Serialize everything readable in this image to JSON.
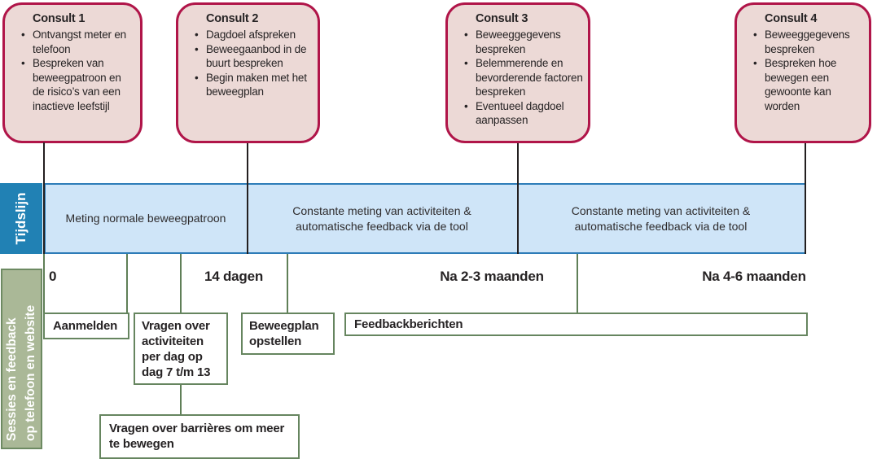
{
  "consults": [
    {
      "title": "Consult 1",
      "bullets": [
        "Ontvangst meter en telefoon",
        "Bespreken van beweegpatroon en de risico’s van een inactieve leefstijl"
      ]
    },
    {
      "title": "Consult 2",
      "bullets": [
        "Dagdoel afspreken",
        "Beweegaanbod in de buurt bespreken",
        "Begin maken met het beweegplan"
      ]
    },
    {
      "title": "Consult 3",
      "bullets": [
        "Beweeggegevens bespreken",
        "Belemmerende en bevorderende factoren bespreken",
        "Eventueel dagdoel aanpassen"
      ]
    },
    {
      "title": "Consult 4",
      "bullets": [
        "Beweeggegevens bespreken",
        "Bespreken hoe bewegen een gewoonte kan worden"
      ]
    }
  ],
  "timeline": {
    "label": "Tijdslijn",
    "segments": [
      "Meting normale beweegpatroon",
      "Constante meting van activiteiten & automatische feedback via de tool",
      "Constante meting van activiteiten & automatische feedback via de tool"
    ],
    "milestones": [
      "0",
      "14 dagen",
      "Na 2-3 maanden",
      "Na 4-6 maanden"
    ]
  },
  "sessions": {
    "label_line1": "Sessies en feedback",
    "label_line2": "op telefoon en website",
    "boxes": {
      "aanmelden": "Aanmelden",
      "vragen_activiteiten": "Vragen over activiteiten per dag op dag 7 t/m 13",
      "beweegplan": "Beweegplan opstellen",
      "feedbackberichten": "Feedbackberichten",
      "vragen_barrieres": "Vragen over barrières om meer te bewegen"
    }
  },
  "colors": {
    "consult_fill": "#ecd9d6",
    "consult_border": "#b01549",
    "timeline_header_bg": "#2181b4",
    "band_fill": "#cfe5f8",
    "band_border": "#2d7cb8",
    "connector_black": "#231f20",
    "green_border": "#66855f",
    "green_line": "#5f7f57",
    "sessions_label_bg": "#aab897",
    "sessions_label_border": "#6d8a62",
    "text": "#262324"
  }
}
